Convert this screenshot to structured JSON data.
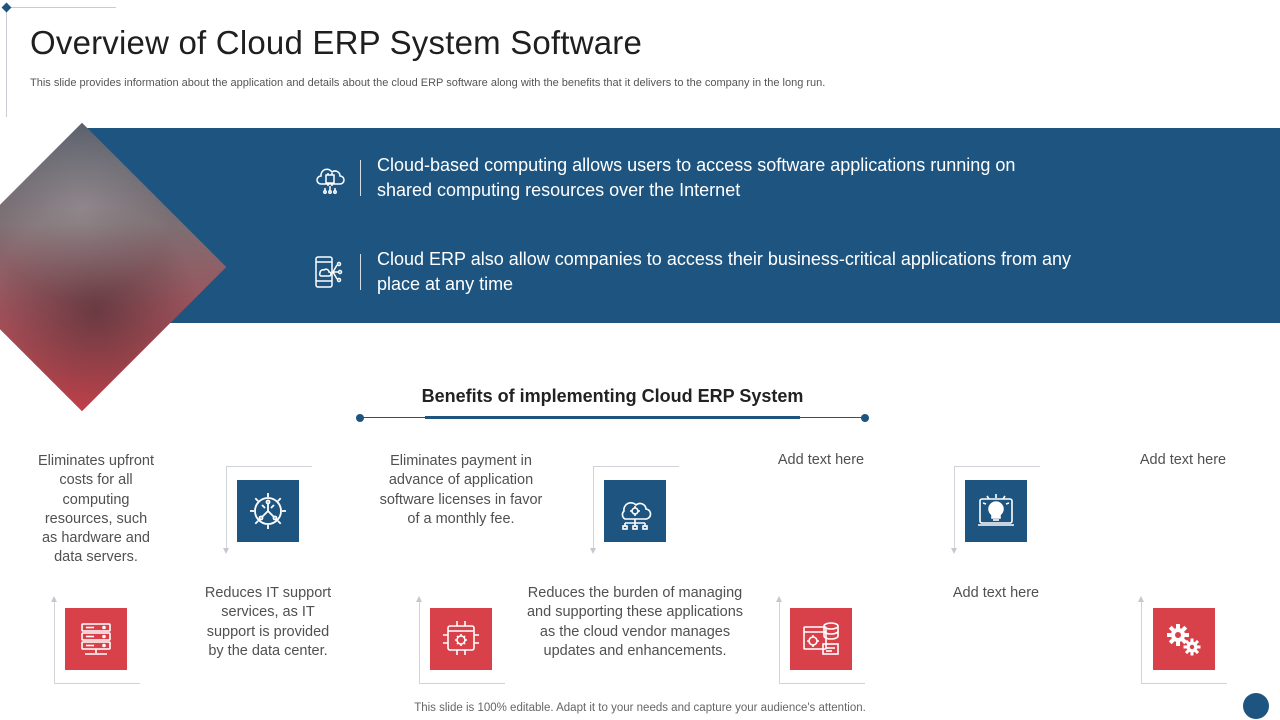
{
  "slide": {
    "title": "Overview of Cloud ERP System Software",
    "subtitle": "This slide provides information about the application and details about the cloud ERP software along with the benefits that it delivers to the company in the long run.",
    "footer": "This slide is 100% editable. Adapt it to your needs and capture your audience's attention."
  },
  "info": [
    {
      "icon": "cloud-chip-icon",
      "text": "Cloud-based computing allows users to access software applications running on shared computing resources over the Internet"
    },
    {
      "icon": "mobile-cloud-icon",
      "text": "Cloud ERP also allow companies to access their business-critical applications from any place at any time"
    }
  ],
  "benefits": {
    "heading": "Benefits of implementing Cloud ERP System",
    "items": [
      {
        "text": "Eliminates upfront costs for all computing resources, such as hardware and data servers.",
        "icon": "server-rack-icon",
        "tile_color": "#d9414a"
      },
      {
        "text": "Reduces IT support services, as IT support is provided by the data center.",
        "icon": "circuit-gear-icon",
        "tile_color": "#1e5580"
      },
      {
        "text": "Eliminates payment in advance of application software licenses in favor of a monthly fee.",
        "icon": "browser-gear-icon",
        "tile_color": "#d9414a"
      },
      {
        "text": "Reduces the burden of managing and supporting these applications as the cloud vendor manages updates and enhancements.",
        "icon": "cloud-network-icon",
        "tile_color": "#1e5580"
      },
      {
        "text": "Add text here",
        "icon": "database-settings-icon",
        "tile_color": "#d9414a"
      },
      {
        "text": "Add text here",
        "icon": "lightbulb-icon",
        "tile_color": "#1e5580"
      },
      {
        "text": "Add text here",
        "icon": "gears-icon",
        "tile_color": "#d9414a"
      }
    ]
  },
  "colors": {
    "primary": "#1e5580",
    "accent": "#d9414a"
  }
}
